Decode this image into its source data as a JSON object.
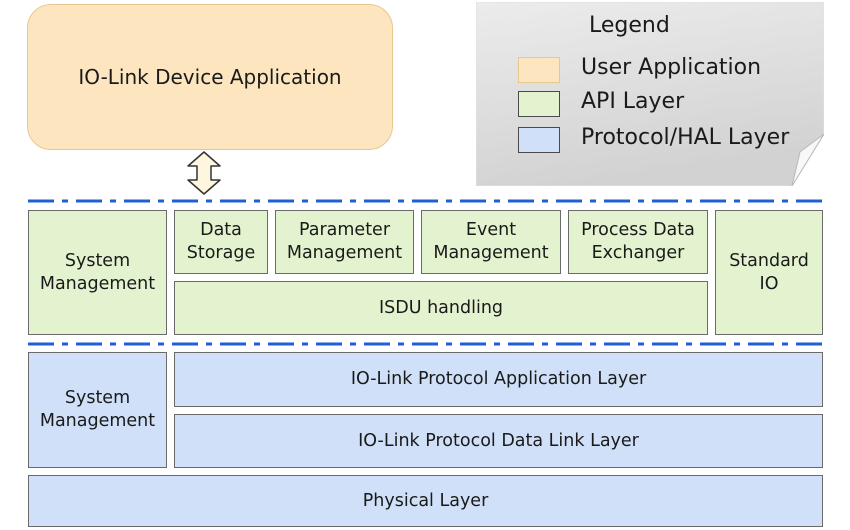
{
  "application": {
    "label": "IO-Link Device Application"
  },
  "legend": {
    "title": "Legend",
    "items": [
      {
        "label": "User Application",
        "color": "#fde6bf"
      },
      {
        "label": "API Layer",
        "color": "#e3f3cf"
      },
      {
        "label": "Protocol/HAL Layer",
        "color": "#cfe0f8"
      }
    ]
  },
  "api_layer": {
    "system_management": "System\nManagement",
    "data_storage": "Data\nStorage",
    "parameter_management": "Parameter\nManagement",
    "event_management": "Event\nManagement",
    "process_data_exchanger": "Process Data\nExchanger",
    "isdu_handling": "ISDU handling",
    "standard_io": "Standard\nIO"
  },
  "protocol_layer": {
    "system_management": "System\nManagement",
    "application_layer": "IO-Link Protocol Application Layer",
    "data_link_layer": "IO-Link Protocol Data Link Layer"
  },
  "physical_layer": {
    "label": "Physical Layer"
  },
  "colors": {
    "user_application": "#fde6bf",
    "api_layer": "#e3f3cf",
    "protocol_layer": "#cfe0f8",
    "separator": "#1f5fd1"
  }
}
